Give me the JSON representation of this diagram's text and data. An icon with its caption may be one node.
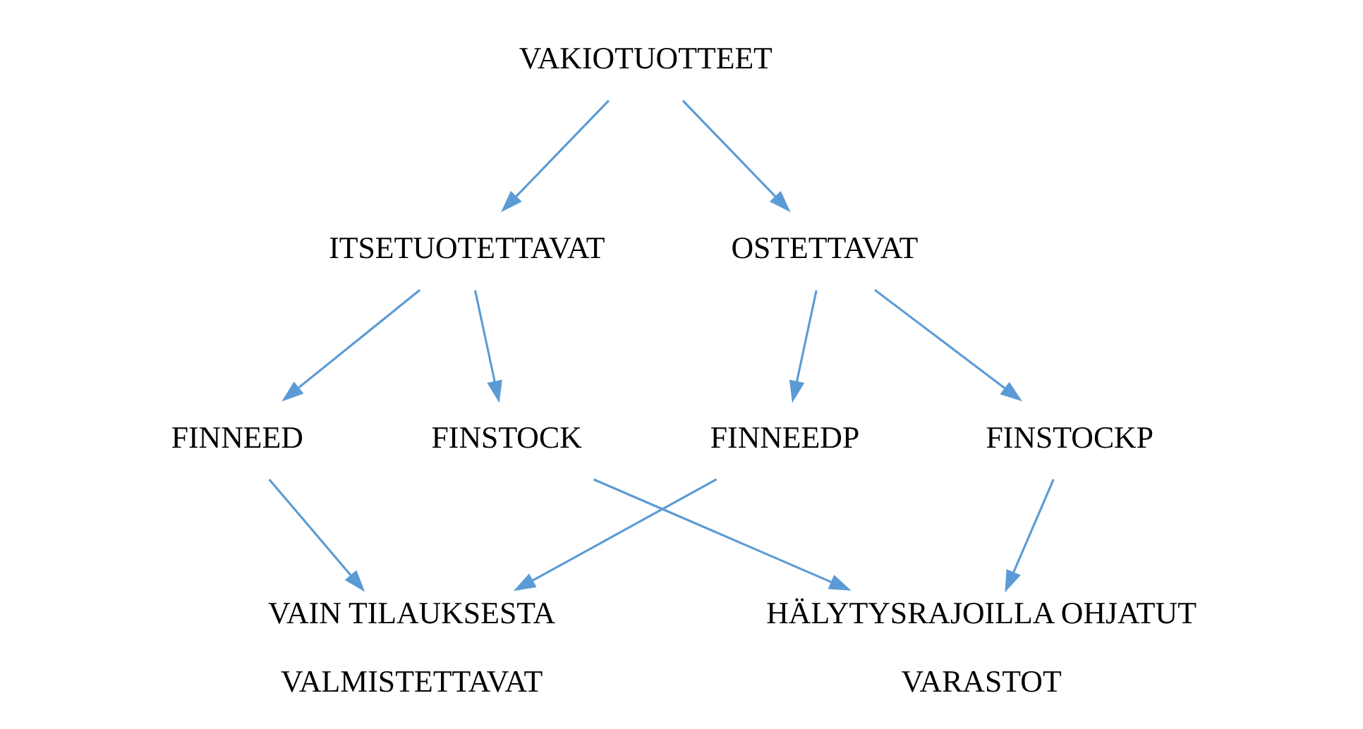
{
  "diagram": {
    "nodes": [
      {
        "text": [
          "VAKIOTUOTTEET"
        ]
      },
      {
        "text": [
          "ITSETUOTETTAVAT"
        ]
      },
      {
        "text": [
          "OSTETTAVAT"
        ]
      },
      {
        "text": [
          "FINNEED"
        ]
      },
      {
        "text": [
          "FINSTOCK"
        ]
      },
      {
        "text": [
          "FINNEEDP"
        ]
      },
      {
        "text": [
          "FINSTOCKP"
        ]
      },
      {
        "text": [
          "VAIN TILAUKSESTA VALMISTETTAVAT"
        ]
      },
      {
        "text": [
          "HÄLYTYSRAJOILLA OHJATUT VARASTOT"
        ]
      }
    ],
    "edges": [
      {
        "from": 0,
        "to": 1,
        "arrow": "to"
      },
      {
        "from": 0,
        "to": 2,
        "arrow": "to"
      },
      {
        "from": 1,
        "to": 3,
        "arrow": "to"
      },
      {
        "from": 1,
        "to": 4,
        "arrow": "to"
      },
      {
        "from": 2,
        "to": 5,
        "arrow": "to"
      },
      {
        "from": 2,
        "to": 6,
        "arrow": "to"
      },
      {
        "from": 3,
        "to": 7,
        "arrow": "to"
      },
      {
        "from": 4,
        "to": 8,
        "arrow": "to"
      },
      {
        "from": 5,
        "to": 7,
        "arrow": "to"
      },
      {
        "from": 6,
        "to": 8,
        "arrow": "to"
      }
    ]
  }
}
